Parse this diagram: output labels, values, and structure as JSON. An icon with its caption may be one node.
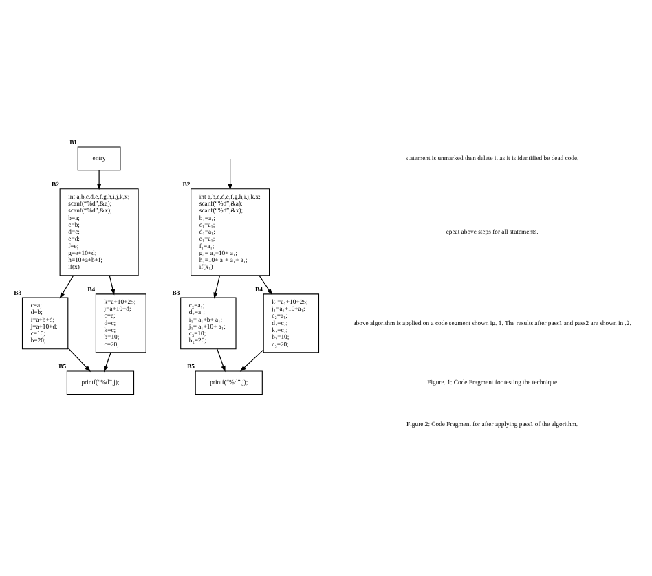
{
  "diagram": {
    "nodes": [
      {
        "text": [
          "entry"
        ],
        "beside": [
          "B1"
        ]
      },
      {
        "text": [
          "int a,b,c,d,e,f,g,h,i,j,k,x;",
          "scanf(“%d”,&a);",
          "scanf(“%d”,&x);",
          "b=a;",
          "c=b;",
          "d=c;",
          "e=d;",
          "f=e;",
          "g=e+10+d;",
          "h=10+a+b+f;",
          "if(x)"
        ],
        "beside": [
          "B2"
        ]
      },
      {
        "text": [
          "c=a;",
          "d=b;",
          "i=a+b+d;",
          "j=a+10+d;",
          "c=10;",
          "b=20;"
        ],
        "beside": [
          "B3"
        ]
      },
      {
        "text": [
          "k=a+10+25;",
          "j=a+10+d;",
          "c=e;",
          "d=c;",
          "k=c;",
          "b=10;",
          "c=20;"
        ],
        "beside": [
          "B4"
        ]
      },
      {
        "text": [
          "printf(“%d”,j);"
        ],
        "beside": [
          "B5"
        ]
      },
      {
        "text": [
          "int a,b,c,d,e,f,g,h,i,j,k,x;",
          "scanf(“%d”,&a);",
          "scanf(“%d”,&x);",
          "b₁=a₁;",
          "c₁=a₁;",
          "d₁=a₁;",
          "e₁=a₁;",
          "f₁=a₁;",
          "g₁= a₁+10+ a₁;",
          "h₁=10+ a₁+ a₁+ a₁;",
          "if(x₁)"
        ],
        "beside": [
          "B2"
        ]
      },
      {
        "text": [
          "c₂=a₁;",
          "d₂=a₁;",
          "i₁= a₁+b+ a₁;",
          "j₁= a₁+10+ a₁;",
          "c₃=10;",
          "b₂=20;"
        ],
        "beside": [
          "B3"
        ]
      },
      {
        "text": [
          "k₁=a₁+10+25;",
          "j₁=a₁+10+a₁;",
          "c₂=a₁;",
          "d₂=c₂;",
          "k₂=c₂;",
          "b₂=10;",
          "c₃=20;"
        ],
        "beside": [
          "B4"
        ]
      },
      {
        "text": [
          "printf(“%d”,j);"
        ],
        "beside": [
          "B5"
        ]
      }
    ],
    "edges": [
      {
        "from": 0,
        "to": 1,
        "arrow": "to"
      },
      {
        "from": 1,
        "to": 2,
        "arrow": "to"
      },
      {
        "from": 1,
        "to": 3,
        "arrow": "to"
      },
      {
        "from": 2,
        "to": 4,
        "arrow": "to"
      },
      {
        "from": 3,
        "to": 4,
        "arrow": "to"
      },
      {
        "from": null,
        "to": 5,
        "arrow": "to"
      },
      {
        "from": 5,
        "to": 6,
        "arrow": "to"
      },
      {
        "from": 5,
        "to": 7,
        "arrow": "to"
      },
      {
        "from": 6,
        "to": 8,
        "arrow": "to"
      },
      {
        "from": 7,
        "to": 8,
        "arrow": "to"
      }
    ],
    "labels": [
      "statement is unmarked then delete it as it is identified be dead code.",
      "epeat above steps for all statements.",
      "above algorithm is applied on a code segment shown ig. 1. The results after pass1 and pass2 are shown in .2.",
      "Figure. 1: Code Fragment for testing the technique",
      "Figure.2: Code Fragment for after applying pass1 of the algorithm."
    ]
  }
}
